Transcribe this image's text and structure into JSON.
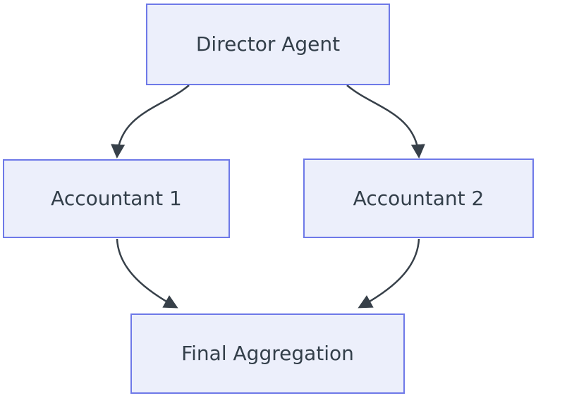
{
  "diagram": {
    "type": "flowchart",
    "direction": "top-down",
    "nodes": [
      {
        "id": "director",
        "label": "Director Agent"
      },
      {
        "id": "accountant1",
        "label": "Accountant 1"
      },
      {
        "id": "accountant2",
        "label": "Accountant 2"
      },
      {
        "id": "final",
        "label": "Final Aggregation"
      }
    ],
    "edges": [
      {
        "from": "director",
        "to": "accountant1"
      },
      {
        "from": "director",
        "to": "accountant2"
      },
      {
        "from": "accountant1",
        "to": "final"
      },
      {
        "from": "accountant2",
        "to": "final"
      }
    ],
    "colors": {
      "node_fill": "#ECEFFB",
      "node_border": "#6E79E8",
      "edge": "#374049",
      "text": "#333F4A",
      "background": "#FFFFFF"
    }
  }
}
